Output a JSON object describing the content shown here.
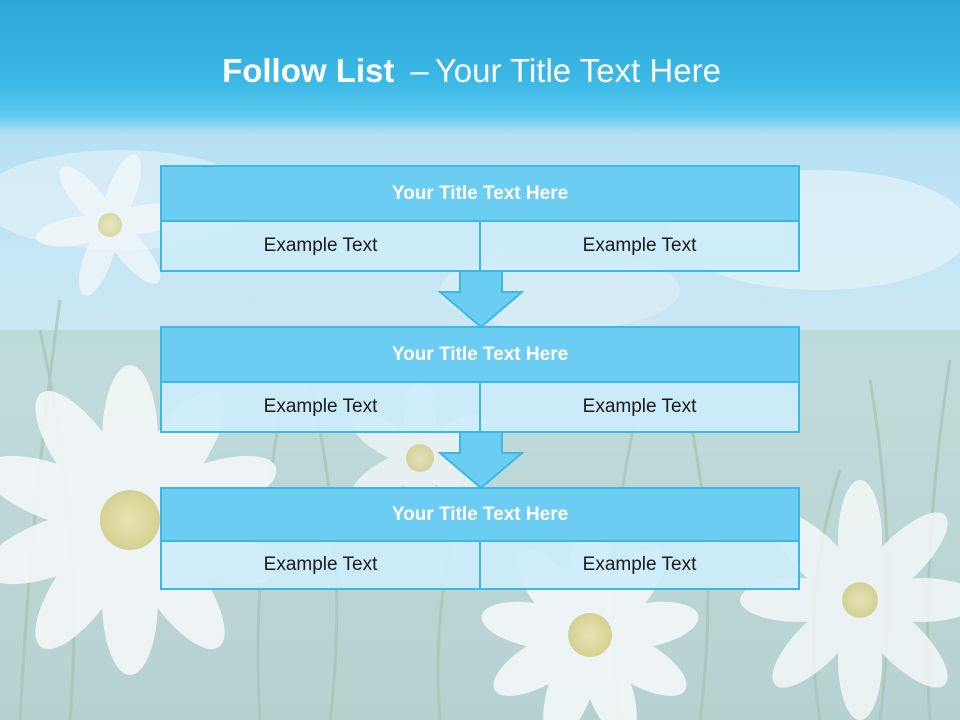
{
  "slide": {
    "title_bold": "Follow List",
    "title_dash": "–",
    "title_rest": "Your Title Text Here"
  },
  "blocks": [
    {
      "title": "Your Title Text Here",
      "left": "Example Text",
      "right": "Example Text"
    },
    {
      "title": "Your Title Text Here",
      "left": "Example Text",
      "right": "Example Text"
    },
    {
      "title": "Your Title Text Here",
      "left": "Example Text",
      "right": "Example Text"
    }
  ],
  "colors": {
    "header_blue": "#3ab8e6",
    "block_title_fill": "#6ccdf3",
    "block_border": "#3db6e8",
    "row_fill": "#cdecfa"
  },
  "icons": [
    "down-arrow-icon"
  ]
}
